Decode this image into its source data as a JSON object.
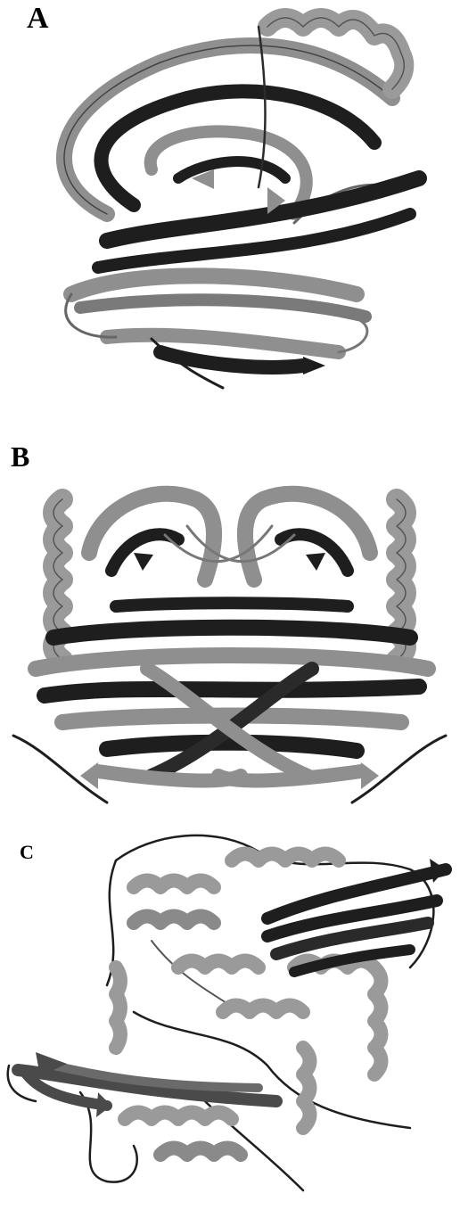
{
  "panels": [
    {
      "label": "A"
    },
    {
      "label": "B"
    },
    {
      "label": "C"
    }
  ],
  "colors": {
    "strand_light": "#8f8f8f",
    "strand_dark": "#1e1e1e",
    "helix": "#9a9a9a",
    "coil": "#2b2b2b",
    "background": "#ffffff"
  }
}
